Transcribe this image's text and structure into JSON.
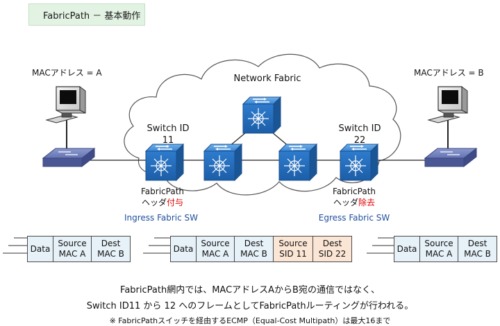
{
  "title": "FabricPath － 基本動作",
  "hosts": {
    "left_label": "MACアドレス = A",
    "right_label": "MACアドレス = B"
  },
  "cloud_label": "Network Fabric",
  "switches": {
    "ingress": {
      "id_line1": "Switch ID",
      "id_line2": "11",
      "header_line1": "FabricPath",
      "header_prefix": "ヘッダ",
      "header_action": "付与",
      "role": "Ingress Fabric SW"
    },
    "egress": {
      "id_line1": "Switch ID",
      "id_line2": "22",
      "header_line1": "FabricPath",
      "header_prefix": "ヘッダ",
      "header_action": "除去",
      "role": "Egress Fabric SW"
    }
  },
  "frames": {
    "left": [
      {
        "l1": "Data"
      },
      {
        "l1": "Source",
        "l2": "MAC A"
      },
      {
        "l1": "Dest",
        "l2": "MAC B"
      }
    ],
    "middle": [
      {
        "l1": "Data"
      },
      {
        "l1": "Source",
        "l2": "MAC A"
      },
      {
        "l1": "Dest",
        "l2": "MAC B"
      },
      {
        "l1": "Source",
        "l2": "SID 11"
      },
      {
        "l1": "Dest",
        "l2": "SID 22"
      }
    ],
    "right": [
      {
        "l1": "Data"
      },
      {
        "l1": "Source",
        "l2": "MAC A"
      },
      {
        "l1": "Dest",
        "l2": "MAC B"
      }
    ]
  },
  "notes": {
    "line1": "FabricPath網内では、MACアドレスAからB宛の通信ではなく、",
    "line2": "Switch ID11 から 12 へのフレームとしてFabricPathルーティングが行われる。",
    "line3": "※ FabricPathスイッチを経由するECMP（Equal-Cost Multipath）は最大16まで"
  },
  "colors": {
    "switch_blue": "#2f78c8",
    "access_switch": "#5a6aa8",
    "sid_fill": "#fbe6d5",
    "mac_fill": "#e6f1f8",
    "accent_red": "#e00000",
    "accent_blue": "#1f4e9c"
  }
}
